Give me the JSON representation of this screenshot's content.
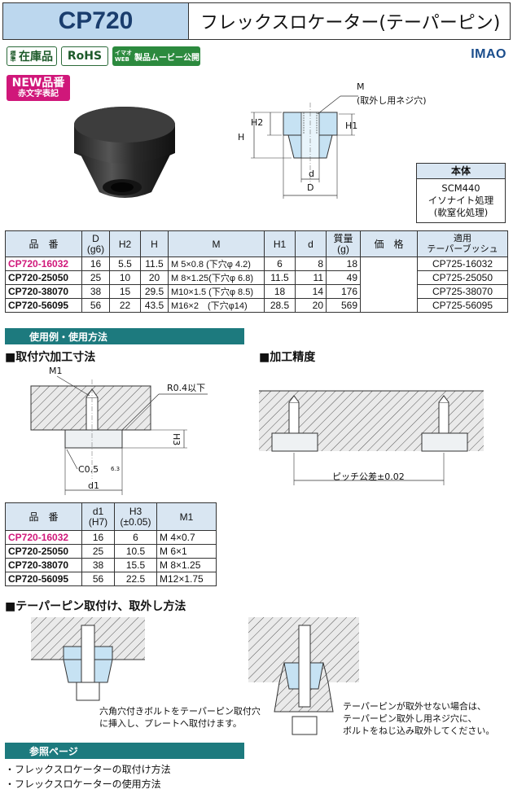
{
  "header": {
    "code": "CP720",
    "title": "フレックスロケーター(テーパーピン)"
  },
  "badges": {
    "stock_small": "標準",
    "stock": "在庫品",
    "rohs": "RoHS",
    "web_small_1": "イマオ",
    "web_small_2": "WEB",
    "movie": "製品ムービー公開",
    "new_line1": "NEW品番",
    "new_line2": "赤文字表記",
    "brand": "IMAO"
  },
  "drawing_top": {
    "m_label": "M",
    "m_note": "(取外し用ネジ穴)",
    "h2": "H2",
    "h": "H",
    "h1": "H1",
    "d": "d",
    "D": "D"
  },
  "material": {
    "header": "本体",
    "line1": "SCM440",
    "line2": "イソナイト処理",
    "line3": "(軟窒化処理)"
  },
  "spec_table": {
    "headers": [
      "品　番",
      "D\n(g6)",
      "H2",
      "H",
      "M",
      "H1",
      "d",
      "質量\n(g)",
      "価　格",
      "適用\nテーパーブッシュ"
    ],
    "rows": [
      {
        "code": "CP720-16032",
        "D": "16",
        "H2": "5.5",
        "H": "11.5",
        "M": "M 5×0.8 (下穴φ 4.2)",
        "H1": "6",
        "d": "8",
        "mass": "18",
        "price": "",
        "bush": "CP725-16032",
        "new": true
      },
      {
        "code": "CP720-25050",
        "D": "25",
        "H2": "10",
        "H": "20",
        "M": "M 8×1.25(下穴φ 6.8)",
        "H1": "11.5",
        "d": "11",
        "mass": "49",
        "price": "",
        "bush": "CP725-25050",
        "new": false
      },
      {
        "code": "CP720-38070",
        "D": "38",
        "H2": "15",
        "H": "29.5",
        "M": "M10×1.5 (下穴φ 8.5)",
        "H1": "18",
        "d": "14",
        "mass": "176",
        "price": "",
        "bush": "CP725-38070",
        "new": false
      },
      {
        "code": "CP720-56095",
        "D": "56",
        "H2": "22",
        "H": "43.5",
        "M": "M16×2　(下穴φ14)",
        "H1": "28.5",
        "d": "20",
        "mass": "569",
        "price": "",
        "bush": "CP725-56095",
        "new": false
      }
    ]
  },
  "section_usage": "使用例・使用方法",
  "mounting": {
    "title": "■取付穴加工寸法",
    "m1": "M1",
    "r": "R0.4以下",
    "h3": "H3",
    "c": "C0.5",
    "d1": "d1",
    "roughness": "6.3"
  },
  "precision": {
    "title": "■加工精度",
    "pitch": "ピッチ公差±0.02"
  },
  "hole_table": {
    "headers": [
      "品　番",
      "d1\n(H7)",
      "H3\n(±0.05)",
      "M1"
    ],
    "rows": [
      {
        "code": "CP720-16032",
        "d1": "16",
        "h3": "6",
        "m1": "M 4×0.7",
        "new": true
      },
      {
        "code": "CP720-25050",
        "d1": "25",
        "h3": "10.5",
        "m1": "M 6×1",
        "new": false
      },
      {
        "code": "CP720-38070",
        "d1": "38",
        "h3": "15.5",
        "m1": "M 8×1.25",
        "new": false
      },
      {
        "code": "CP720-56095",
        "d1": "56",
        "h3": "22.5",
        "m1": "M12×1.75",
        "new": false
      }
    ]
  },
  "install": {
    "title": "■テーパーピン取付け、取外し方法",
    "note_left_1": "六角穴付きボルトをテーパーピン取付穴",
    "note_left_2": "に挿入し、プレートへ取付けます。",
    "note_right_1": "テーパーピンが取外せない場合は、",
    "note_right_2": "テーパーピン取外し用ネジ穴に、",
    "note_right_3": "ボルトをねじ込み取外してください。"
  },
  "reference": {
    "title": "参照ページ",
    "items": [
      "・フレックスロケーターの取付け方法",
      "・フレックスロケーターの使用方法"
    ]
  }
}
